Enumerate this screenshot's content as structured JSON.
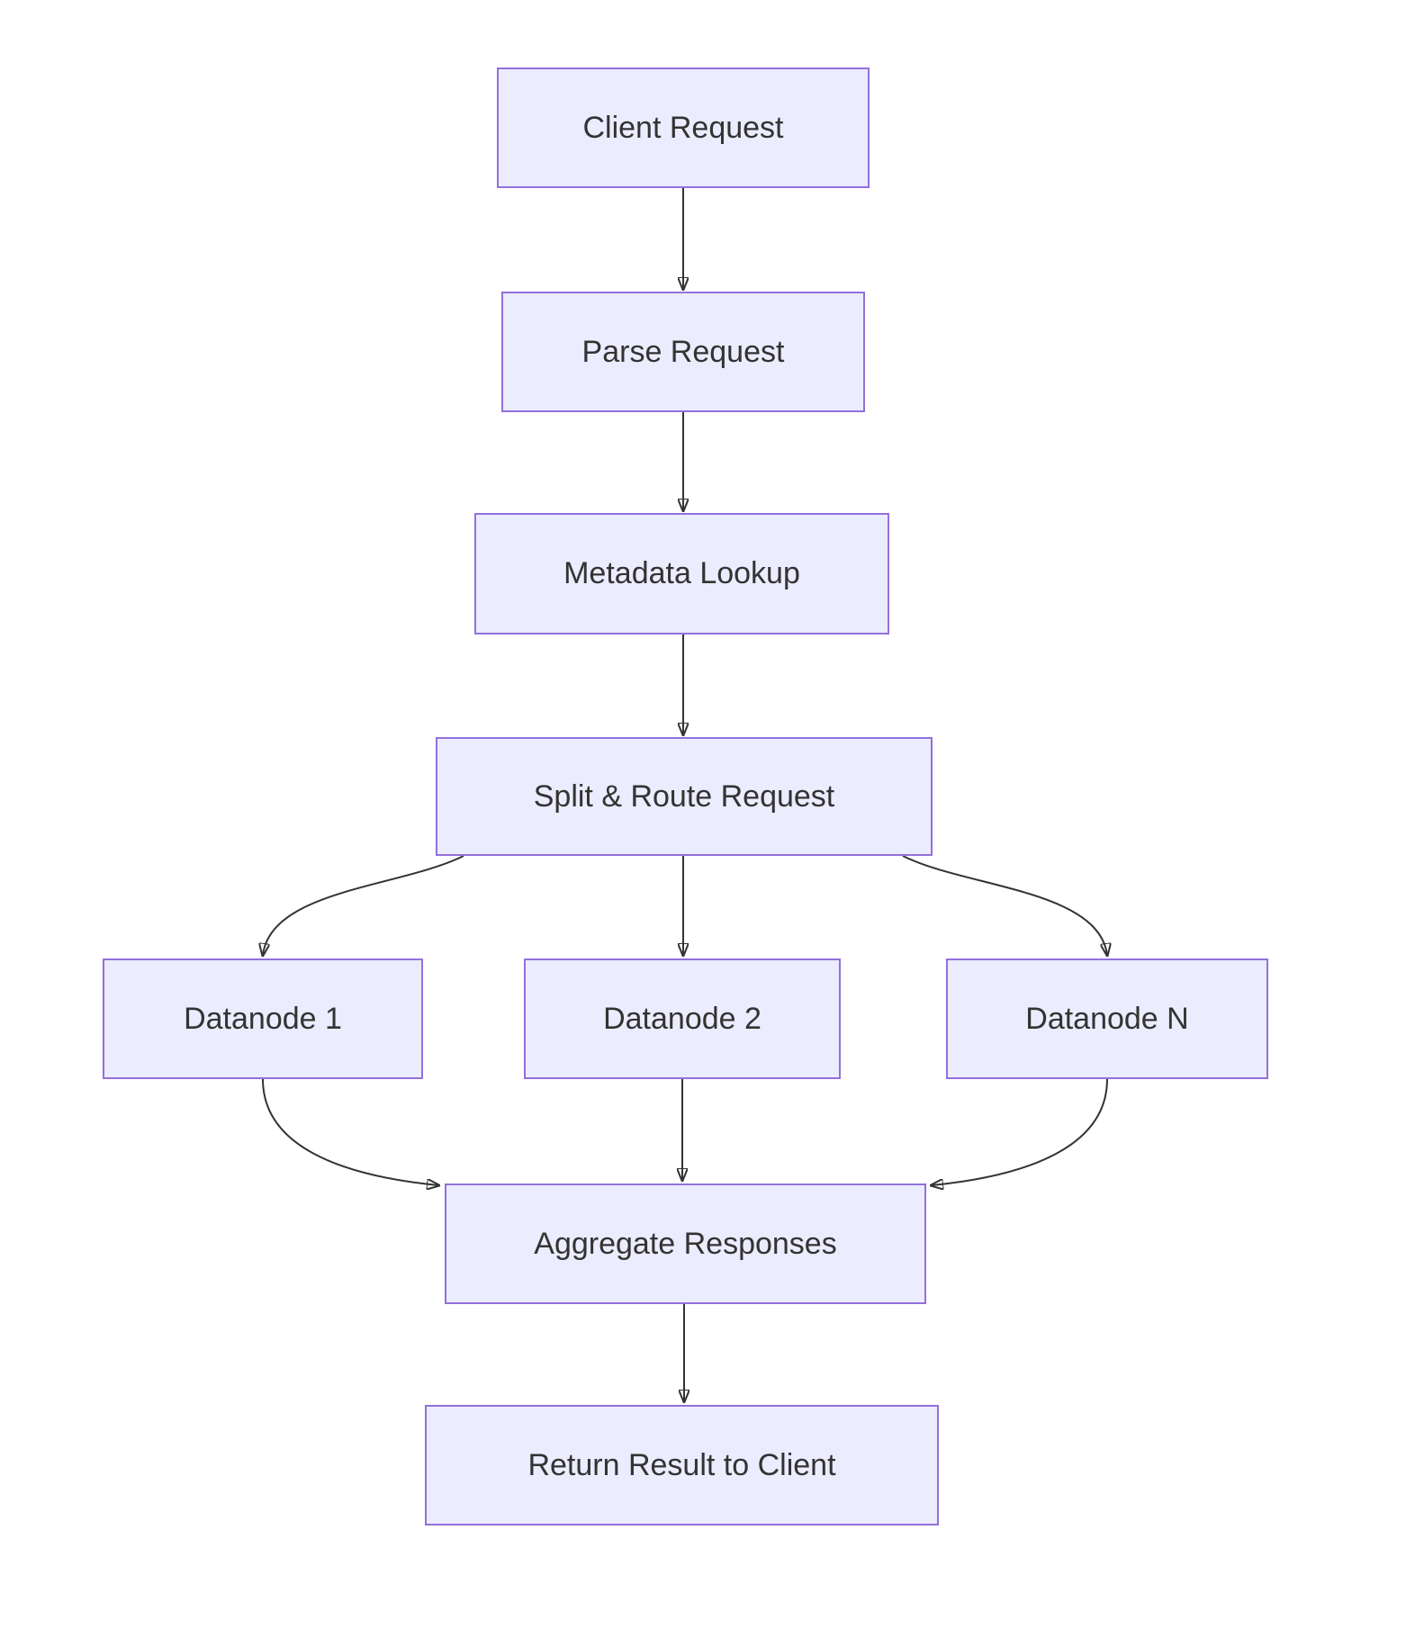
{
  "diagram": {
    "type": "flowchart",
    "direction": "top-down",
    "background_color": "#ffffff",
    "node_fill_color": "#ececff",
    "node_border_color": "#9370db",
    "edge_color": "#333333",
    "text_color": "#333333",
    "nodes": [
      {
        "id": "client-request",
        "label": "Client Request"
      },
      {
        "id": "parse-request",
        "label": "Parse Request"
      },
      {
        "id": "metadata-lookup",
        "label": "Metadata Lookup"
      },
      {
        "id": "split-route-request",
        "label": "Split & Route Request"
      },
      {
        "id": "datanode-1",
        "label": "Datanode 1"
      },
      {
        "id": "datanode-2",
        "label": "Datanode 2"
      },
      {
        "id": "datanode-n",
        "label": "Datanode N"
      },
      {
        "id": "aggregate-responses",
        "label": "Aggregate Responses"
      },
      {
        "id": "return-result-to-client",
        "label": "Return Result to Client"
      }
    ],
    "edges": [
      {
        "from": "client-request",
        "to": "parse-request"
      },
      {
        "from": "parse-request",
        "to": "metadata-lookup"
      },
      {
        "from": "metadata-lookup",
        "to": "split-route-request"
      },
      {
        "from": "split-route-request",
        "to": "datanode-1"
      },
      {
        "from": "split-route-request",
        "to": "datanode-2"
      },
      {
        "from": "split-route-request",
        "to": "datanode-n"
      },
      {
        "from": "datanode-1",
        "to": "aggregate-responses"
      },
      {
        "from": "datanode-2",
        "to": "aggregate-responses"
      },
      {
        "from": "datanode-n",
        "to": "aggregate-responses"
      },
      {
        "from": "aggregate-responses",
        "to": "return-result-to-client"
      }
    ]
  }
}
